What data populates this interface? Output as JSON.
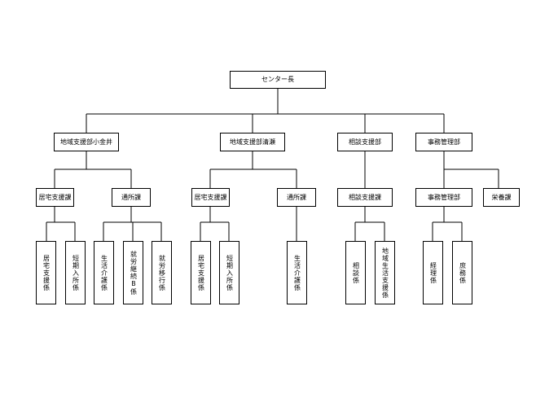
{
  "org": {
    "root": "センター長",
    "branches": [
      {
        "label": "地域支援部小金井"
      },
      {
        "label": "地域支援部清瀬"
      },
      {
        "label": "相談支援部"
      },
      {
        "label": "事務管理部"
      }
    ],
    "sections": [
      {
        "label": "居宅支援課"
      },
      {
        "label": "通所課"
      },
      {
        "label": "居宅支援課"
      },
      {
        "label": "通所課"
      },
      {
        "label": "相談支援課"
      },
      {
        "label": "事務管理部"
      },
      {
        "label": "栄養課"
      }
    ],
    "units": [
      {
        "label": "居宅支援係"
      },
      {
        "label": "短期入所係"
      },
      {
        "label": "生活介護係"
      },
      {
        "label": "就労継続B係"
      },
      {
        "label": "就労移行係"
      },
      {
        "label": "居宅支援係"
      },
      {
        "label": "短期入所係"
      },
      {
        "label": "生活介護係"
      },
      {
        "label": "相談係"
      },
      {
        "label": "地域生活支援係"
      },
      {
        "label": "経理係"
      },
      {
        "label": "庶務係"
      }
    ]
  }
}
